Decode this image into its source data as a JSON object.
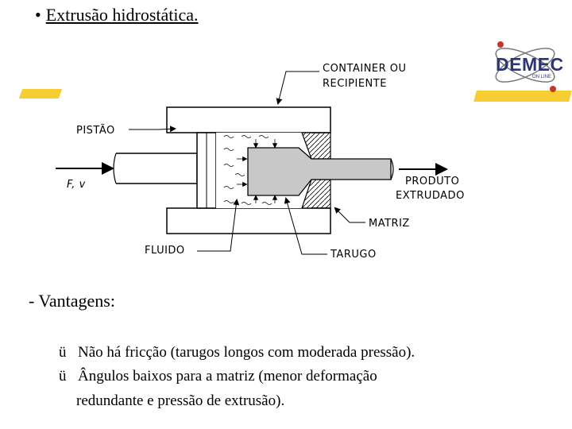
{
  "slide": {
    "bullet": "•",
    "title": "Extrusão hidrostática."
  },
  "logo": {
    "text": "DEMEC",
    "sub": "ON LINE"
  },
  "diagram": {
    "labels": {
      "container": [
        "CONTAINER OU",
        "RECIPIENTE"
      ],
      "pistao": "PISTÃO",
      "force": "F, v",
      "produto": [
        "PRODUTO",
        "EXTRUDADO"
      ],
      "matriz": "MATRIZ",
      "fluido": "FLUIDO",
      "tarugo": "TARUGO"
    }
  },
  "content": {
    "vantagens_heading": "- Vantagens:",
    "check_glyph": "ü",
    "item1": "Não há fricção (tarugos longos com moderada pressão).",
    "item2_line1": "Ângulos baixos para a matriz (menor deformação",
    "item2_line2": "redundante e pressão de extrusão)."
  },
  "colors": {
    "highlight": "#f5c81c",
    "logo_blue": "#2b3576",
    "billet_gray": "#c8c8c8"
  }
}
